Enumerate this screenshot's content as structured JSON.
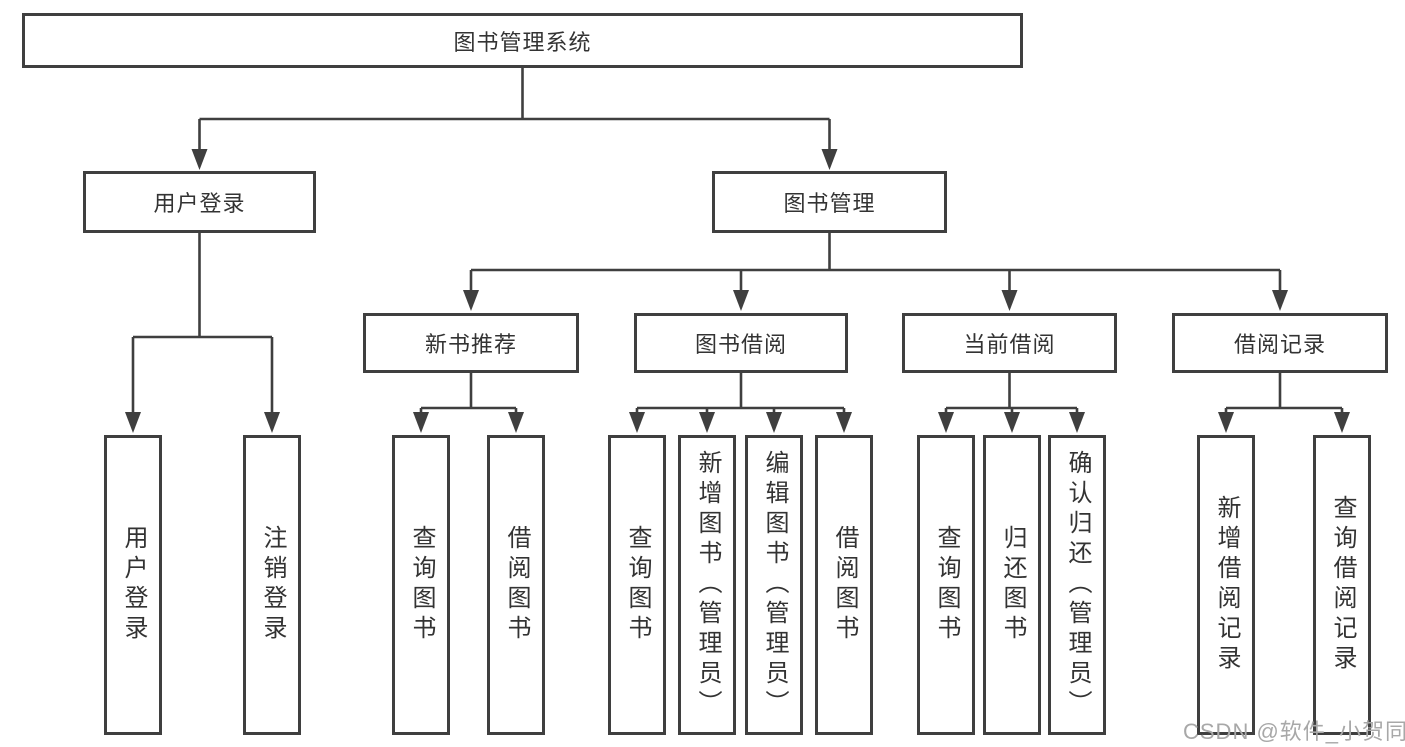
{
  "diagram": {
    "type": "tree",
    "root": {
      "label": "图书管理系统"
    },
    "level2": [
      {
        "label": "用户登录",
        "parent": "图书管理系统"
      },
      {
        "label": "图书管理",
        "parent": "图书管理系统"
      }
    ],
    "level3": [
      {
        "label": "新书推荐",
        "parent": "图书管理"
      },
      {
        "label": "图书借阅",
        "parent": "图书管理"
      },
      {
        "label": "当前借阅",
        "parent": "图书管理"
      },
      {
        "label": "借阅记录",
        "parent": "图书管理"
      }
    ],
    "leaves": [
      {
        "label": "用户登录",
        "parent": "用户登录"
      },
      {
        "label": "注销登录",
        "parent": "用户登录"
      },
      {
        "label": "查询图书",
        "parent": "新书推荐"
      },
      {
        "label": "借阅图书",
        "parent": "新书推荐"
      },
      {
        "label": "查询图书",
        "parent": "图书借阅"
      },
      {
        "label": "新增图书（管理员）",
        "parent": "图书借阅"
      },
      {
        "label": "编辑图书（管理员）",
        "parent": "图书借阅"
      },
      {
        "label": "借阅图书",
        "parent": "图书借阅"
      },
      {
        "label": "查询图书",
        "parent": "当前借阅"
      },
      {
        "label": "归还图书",
        "parent": "当前借阅"
      },
      {
        "label": "确认归还（管理员）",
        "parent": "当前借阅"
      },
      {
        "label": "新增借阅记录",
        "parent": "借阅记录"
      },
      {
        "label": "查询借阅记录",
        "parent": "借阅记录"
      }
    ],
    "colors": {
      "line": "#3f3f3f",
      "text": "#333333",
      "box_fill": "#ffffff"
    }
  },
  "watermark": {
    "text": "CSDN @软件_小贺同学",
    "color": "#a8a8a8"
  }
}
